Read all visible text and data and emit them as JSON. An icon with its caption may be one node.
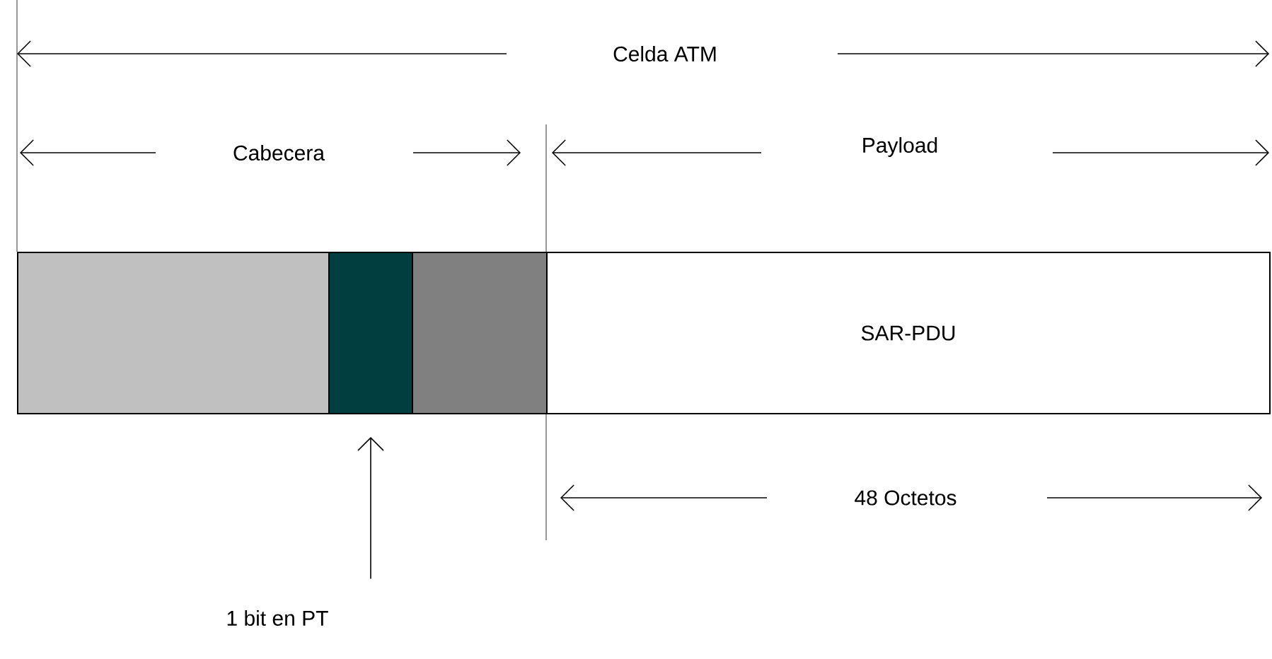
{
  "diagram": {
    "nodes": [
      {
        "text": [],
        "shape": "box"
      },
      {
        "text": [],
        "shape": "box"
      },
      {
        "text": [],
        "shape": "box"
      },
      {
        "text": [
          "SAR-PDU"
        ]
      },
      {
        "text": [
          "1 bit en PT"
        ]
      }
    ],
    "edges": [
      {
        "from": 4,
        "to": 1,
        "arrow": "to"
      }
    ],
    "labels": [
      "Celda ATM",
      "Cabecera",
      "Payload",
      "48 Octetos"
    ]
  }
}
